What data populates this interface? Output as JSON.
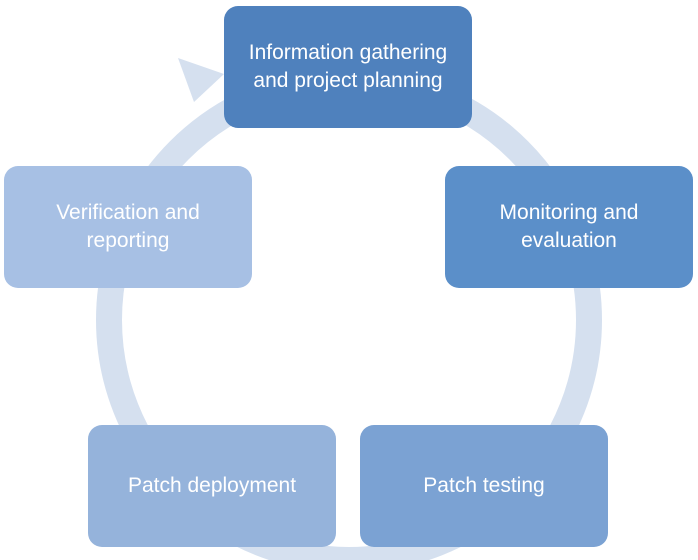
{
  "diagram": {
    "nodes": [
      {
        "label": "Information gathering\nand project planning",
        "color": "#4F81BD"
      },
      {
        "label": "Monitoring and\nevaluation",
        "color": "#5B8FC9"
      },
      {
        "label": "Patch testing",
        "color": "#7BA2D3"
      },
      {
        "label": "Patch deployment",
        "color": "#95B3DB"
      },
      {
        "label": "Verification and\nreporting",
        "color": "#A7C0E4"
      }
    ],
    "cycle_arrow_color": "#D5E0EF"
  }
}
